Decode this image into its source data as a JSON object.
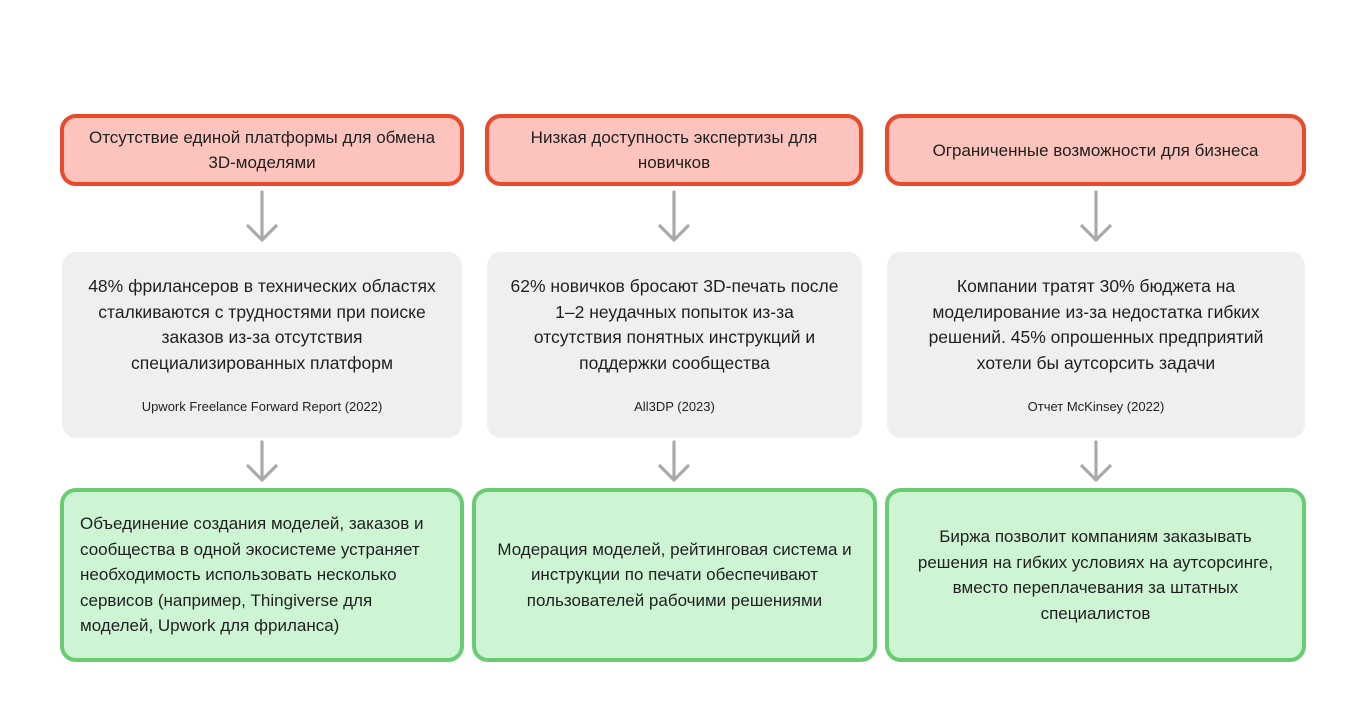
{
  "columns": [
    {
      "problem": "Отсутствие единой платформы для обмена 3D-моделями",
      "fact": "48% фрилансеров в технических областях сталкиваются с трудностями при поиске заказов из-за отсутствия специализированных платформ",
      "source": "Upwork Freelance Forward Report (2022)",
      "solution": "Объединение создания моделей, заказов и сообщества в одной экосистеме устраняет необходимость использовать несколько сервисов (например, Thingiverse для моделей, Upwork для фриланса)"
    },
    {
      "problem": "Низкая доступность экспертизы для новичков",
      "fact": "62% новичков бросают 3D-печать после 1–2 неудачных попыток из-за отсутствия понятных инструкций и поддержки сообщества",
      "source": "All3DP (2023)",
      "solution": "Модерация моделей, рейтинговая система и инструкции по печати обеспечивают пользователей рабочими решениями"
    },
    {
      "problem": "Ограниченные возможности для бизнеса",
      "fact": "Компании тратят 30% бюджета на моделирование из-за недостатка гибких решений. 45% опрошенных предприятий хотели бы аутсорсить задачи",
      "source": "Отчет McKinsey (2022)",
      "solution": "Биржа позволит компаниям заказывать решения на гибких условиях на аутсорсинге, вместо переплачевания за штатных специалистов"
    }
  ],
  "colors": {
    "problem_fill": "#fdc4bd",
    "problem_border": "#ea4a2a",
    "evidence_fill": "#efefef",
    "solution_fill": "#cef5d3",
    "solution_border": "#6acc72",
    "arrow": "#a9a9a9"
  },
  "icons": {
    "connector": "arrow-down-icon"
  }
}
